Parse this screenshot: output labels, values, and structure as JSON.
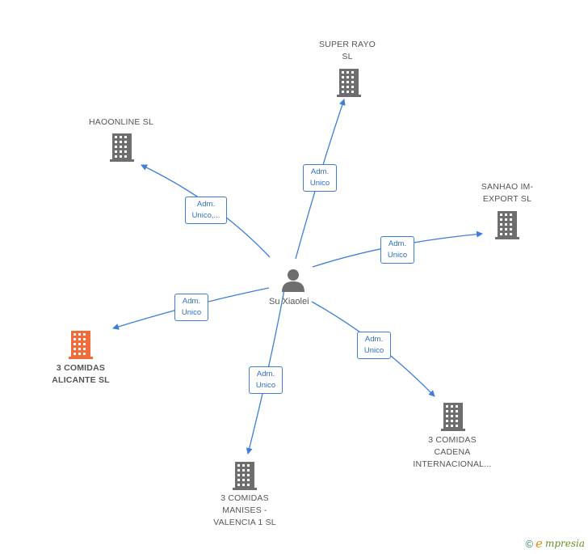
{
  "colors": {
    "edge": "#3d7fd6",
    "building": "#6e6e6e",
    "building_focus": "#f26b3a",
    "person": "#6e6e6e"
  },
  "center": {
    "label": "Su Xiaolei",
    "icon": "person-icon"
  },
  "nodes": [
    {
      "id": "super-rayo",
      "label": "SUPER RAYO\nSL",
      "icon": "building-icon",
      "focus": false,
      "role": "Adm.\nUnico"
    },
    {
      "id": "haoonline",
      "label": "HAOONLINE  SL",
      "icon": "building-icon",
      "focus": false,
      "role": "Adm.\nUnico,..."
    },
    {
      "id": "sanhao",
      "label": "SANHAO IM-\nEXPORT SL",
      "icon": "building-icon",
      "focus": false,
      "role": "Adm.\nUnico"
    },
    {
      "id": "alicante",
      "label": "3 COMIDAS\nALICANTE  SL",
      "icon": "building-icon",
      "focus": true,
      "role": "Adm.\nUnico"
    },
    {
      "id": "cadena",
      "label": "3 COMIDAS\nCADENA\nINTERNACIONAL...",
      "icon": "building-icon",
      "focus": false,
      "role": "Adm.\nUnico"
    },
    {
      "id": "manises",
      "label": "3 COMIDAS\nMANISES -\nVALENCIA 1  SL",
      "icon": "building-icon",
      "focus": false,
      "role": "Adm.\nUnico"
    }
  ],
  "footer": {
    "copyright": "©",
    "brand_initial": "e",
    "brand_rest": "mpresia"
  }
}
